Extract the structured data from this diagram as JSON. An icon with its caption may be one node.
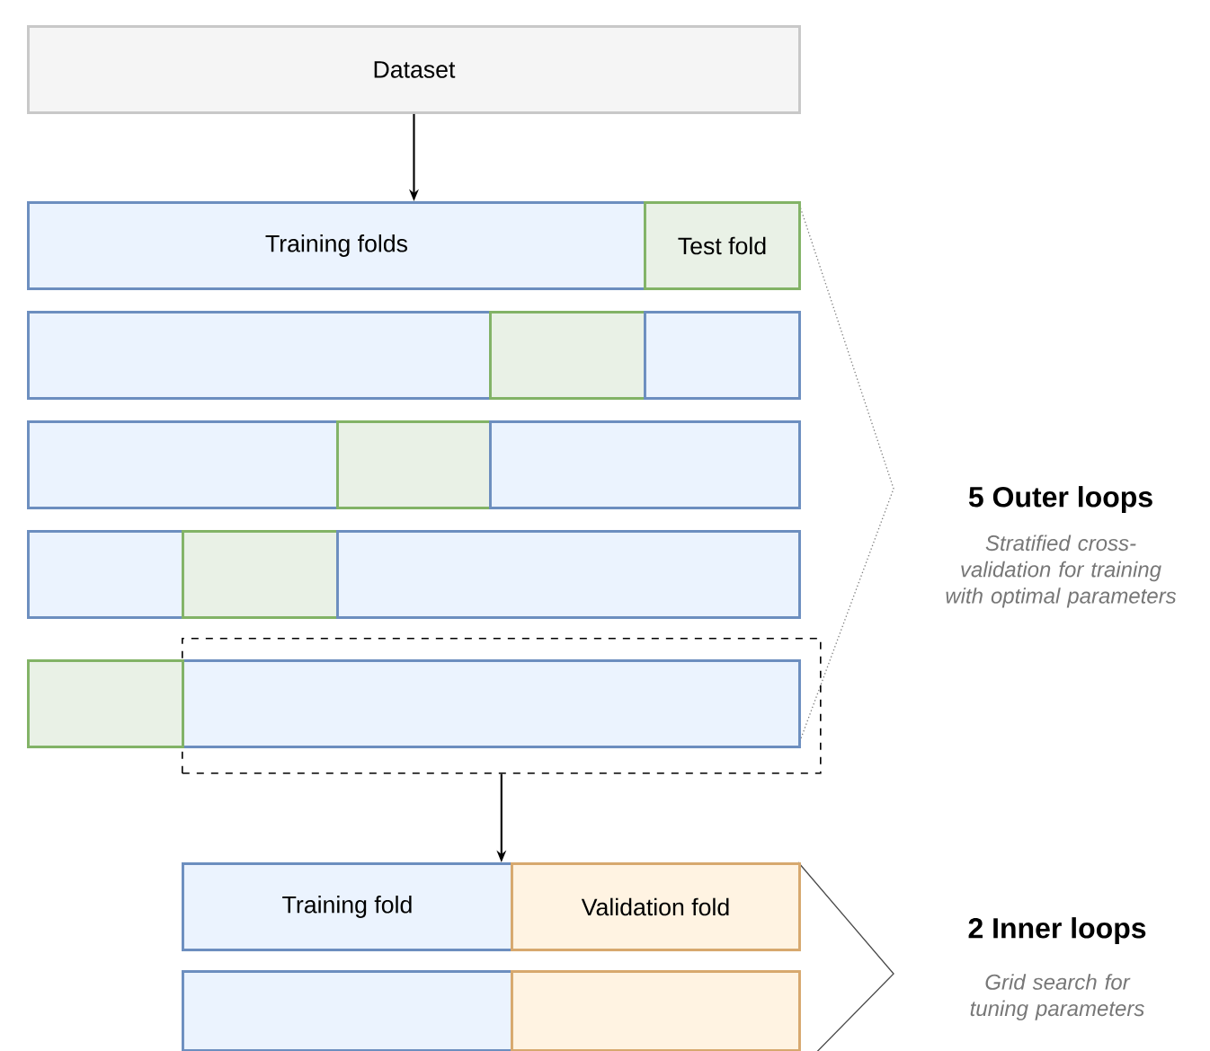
{
  "diagram": {
    "nodes": [
      {
        "text": [
          "Dataset"
        ]
      },
      {
        "text": [
          "Training folds"
        ]
      },
      {
        "text": [
          "Test fold"
        ]
      },
      {
        "text": [],
        "shape": "box"
      },
      {
        "text": [],
        "shape": "box"
      },
      {
        "text": [],
        "shape": "box"
      },
      {
        "text": [],
        "shape": "box"
      },
      {
        "text": [],
        "shape": "box"
      },
      {
        "text": [],
        "shape": "box"
      },
      {
        "text": [],
        "shape": "box"
      },
      {
        "text": [],
        "shape": "box"
      },
      {
        "text": [],
        "shape": "box"
      },
      {
        "text": [],
        "shape": "box"
      },
      {
        "text": [],
        "shape": "box"
      },
      {
        "text": [],
        "shape": "box",
        "in": 12
      },
      {
        "text": [
          "Training fold"
        ]
      },
      {
        "text": [
          "Validation fold"
        ]
      },
      {
        "text": [],
        "shape": "box"
      },
      {
        "text": [],
        "shape": "box"
      }
    ],
    "edges": [
      {
        "from": 0,
        "to": 1,
        "arrow": "to"
      },
      {
        "from": 12,
        "to": 15,
        "arrow": "to"
      }
    ],
    "labels": [
      "5 Outer loops",
      "Stratified cross-validation for training with optimal parameters",
      "2 Inner loops",
      "Grid search for tuning parameters"
    ]
  }
}
